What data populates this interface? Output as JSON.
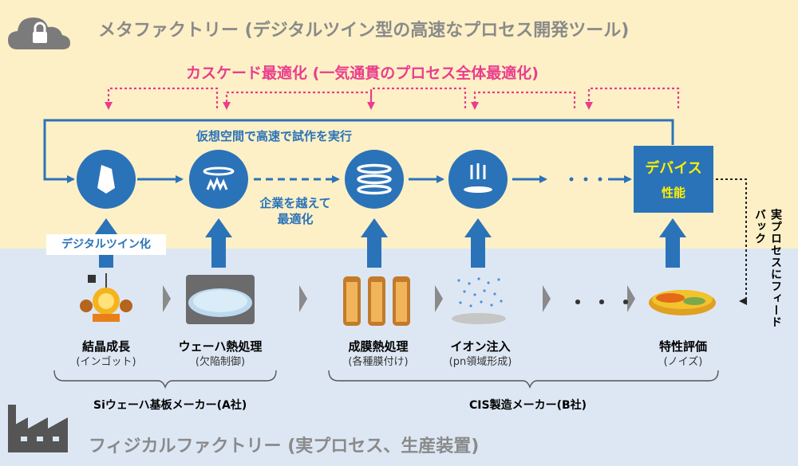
{
  "header": {
    "title": "メタファクトリー (デジタルツイン型の高速なプロセス開発ツール)",
    "cascade": "カスケード最適化 (一気通貫のプロセス全体最適化)",
    "virtual_label": "仮想空間で高速で試作を実行",
    "cross_company": [
      "企業を越えて",
      "最適化"
    ]
  },
  "device_box": {
    "line1": "デバイス",
    "line2": "性能"
  },
  "digital_twin_label": "デジタルツイン化",
  "feedback_label": "実プロセスにフィードバック",
  "ellipsis": "・・・",
  "processes": [
    {
      "name": "結晶成長",
      "sub": "(インゴット)"
    },
    {
      "name": "ウェーハ熱処理",
      "sub": "(欠陥制御)"
    },
    {
      "name": "成膜熱処理",
      "sub": "(各種膜付け)"
    },
    {
      "name": "イオン注入",
      "sub": "(pn領域形成)"
    },
    {
      "name": "特性評価",
      "sub": "(ノイズ)"
    }
  ],
  "makers": {
    "a": "Siウェーハ基板メーカー(A社)",
    "b": "CIS製造メーカー(B社)"
  },
  "footer": {
    "title": "フィジカルファクトリー (実プロセス、生産装置)"
  },
  "colors": {
    "blue": "#2b73b8",
    "pink": "#ea3d8c",
    "yellow_band": "#fdf0c6",
    "blue_band": "#dde7f4"
  },
  "icons": [
    "cloud-lock-icon",
    "crystal-icon",
    "heat-treatment-icon",
    "film-stack-icon",
    "ion-implant-icon",
    "factory-icon"
  ]
}
